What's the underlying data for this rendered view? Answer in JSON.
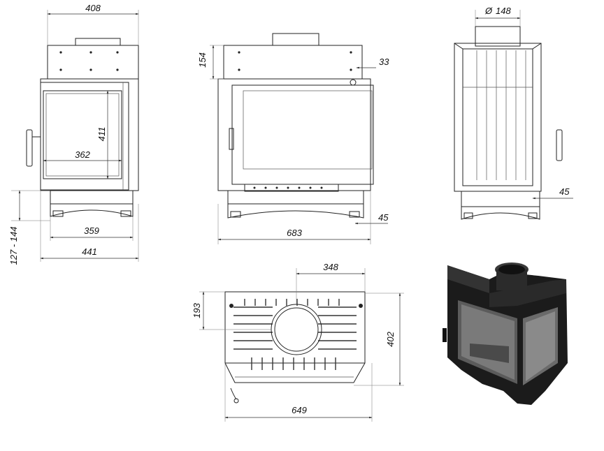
{
  "dimensions": {
    "front_top_width": "408",
    "front_height": "411",
    "front_window_width": "362",
    "front_feet_span": "359",
    "front_total_width": "441",
    "front_leg_height": "127 - 144",
    "side_top_height": "154",
    "side_offset": "33",
    "side_total_width": "683",
    "side_foot_offset": "45",
    "flue_diameter_symbol": "Ø",
    "flue_diameter": "148",
    "back_offset": "45",
    "plan_depth_left": "193",
    "plan_width_top": "348",
    "plan_depth_right": "402",
    "plan_total_width": "649"
  },
  "colors": {
    "line": "#222222",
    "render_body": "#1a1a1a"
  }
}
